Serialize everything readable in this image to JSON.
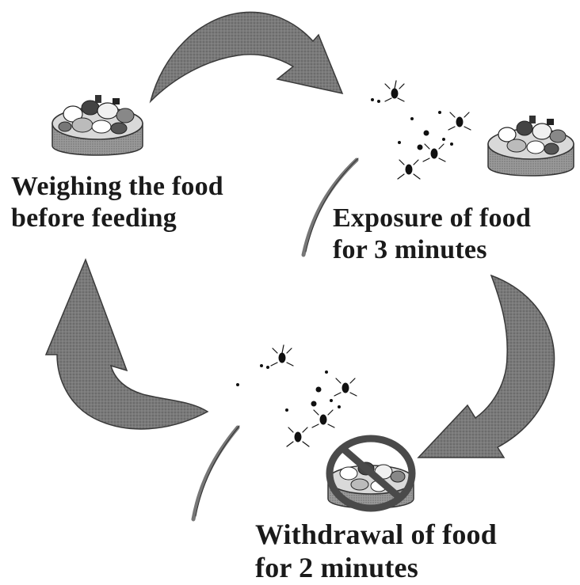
{
  "steps": [
    {
      "line1": "Weighing the food",
      "line2": "before feeding"
    },
    {
      "line1": "Exposure of food",
      "line2": "for 3 minutes"
    },
    {
      "line1": "Withdrawal of food",
      "line2": "for 2 minutes"
    }
  ],
  "colors": {
    "arrow": "#6e6e6e",
    "arrow_edge": "#3a3a3a",
    "text": "#1a1a1a",
    "bowl_rim": "#8a8a8a"
  },
  "icons": [
    "cycle-arrow",
    "food-bowl",
    "ant-group",
    "prohibition-sign"
  ]
}
